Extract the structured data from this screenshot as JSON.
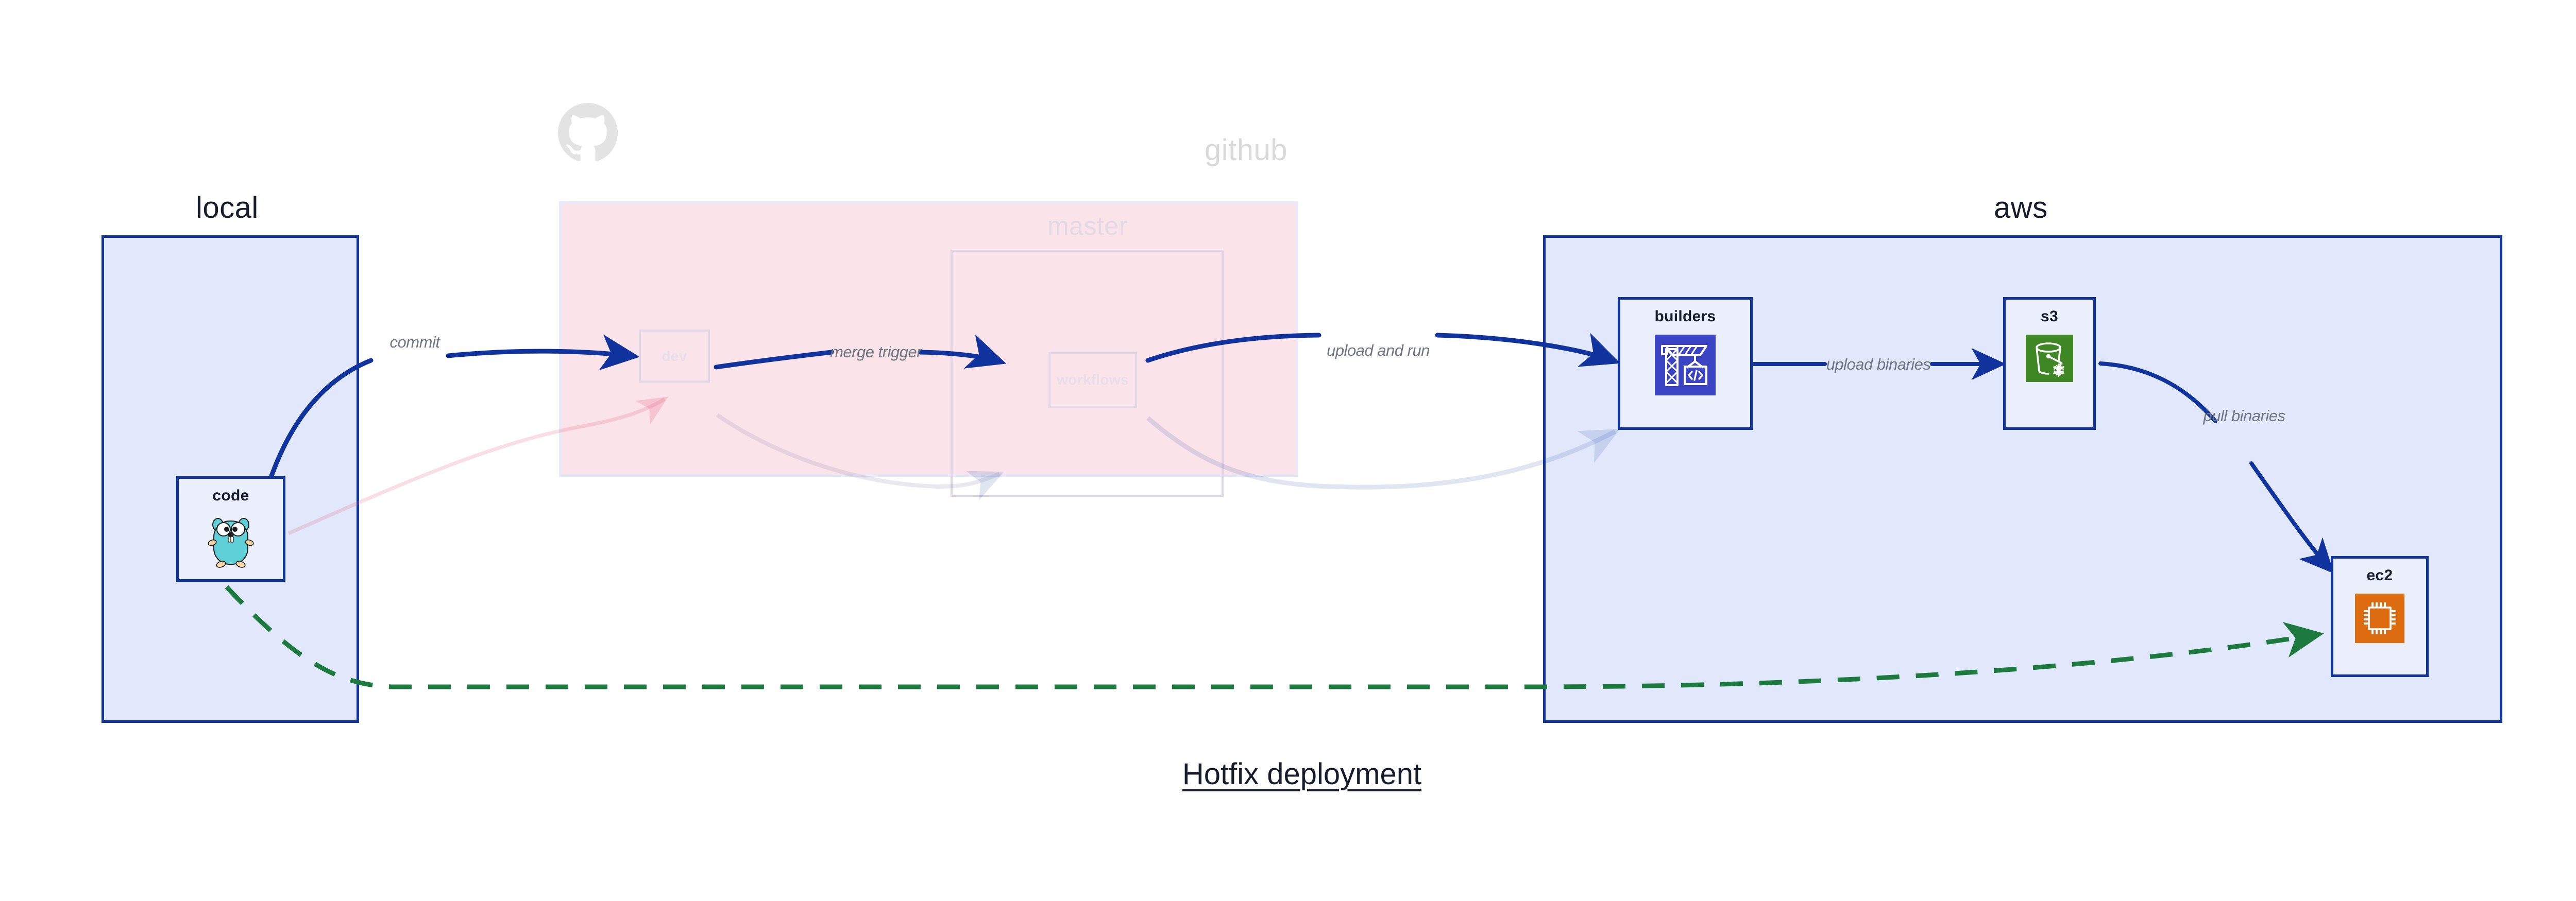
{
  "title": "Hotfix deployment",
  "colors": {
    "primary_blue": "#11339e",
    "group_fill_blue": "#e2e8fb",
    "node_fill_blue": "#ecf0fc",
    "github_fill_pink": "#fae3e9",
    "github_border": "#e8eafb",
    "faded_gray": "#d9d9d9",
    "faded_purple": "#e0d8e6",
    "label_gray": "#6e7682",
    "dashed_green": "#1d7a3e",
    "codebuild_indigo": "#3b45c4",
    "s3_green": "#3f8624",
    "ec2_orange": "#dd6b10",
    "gopher_teal": "#5fcfd8",
    "title_navy": "#151c2c"
  },
  "groups": [
    {
      "id": "local",
      "label": "local",
      "faded": false
    },
    {
      "id": "github",
      "label": "github",
      "faded": true
    },
    {
      "id": "master",
      "label": "master",
      "faded": true
    },
    {
      "id": "aws",
      "label": "aws",
      "faded": false
    }
  ],
  "nodes": [
    {
      "id": "code",
      "label": "code",
      "icon": "go-gopher-icon",
      "faded": false
    },
    {
      "id": "dev",
      "label": "dev",
      "icon": "none",
      "faded": true
    },
    {
      "id": "workflows",
      "label": "workflows",
      "icon": "none",
      "faded": true
    },
    {
      "id": "builders",
      "label": "builders",
      "icon": "aws-codebuild-icon",
      "faded": false
    },
    {
      "id": "s3",
      "label": "s3",
      "icon": "aws-s3-glacier-icon",
      "faded": false
    },
    {
      "id": "ec2",
      "label": "ec2",
      "icon": "aws-ec2-icon",
      "faded": false
    }
  ],
  "edges": [
    {
      "id": "commit",
      "label": "commit",
      "from": "code",
      "to": "dev",
      "style": "solid",
      "faded": false
    },
    {
      "id": "merge-trigger",
      "label": "merge trigger",
      "from": "dev",
      "to": "workflows",
      "style": "solid",
      "faded": false
    },
    {
      "id": "upload-and-run",
      "label": "upload and run",
      "from": "workflows",
      "to": "builders",
      "style": "solid",
      "faded": false
    },
    {
      "id": "upload-binaries",
      "label": "upload binaries",
      "from": "builders",
      "to": "s3",
      "style": "solid",
      "faded": false
    },
    {
      "id": "pull-binaries",
      "label": "pull binaries",
      "from": "s3",
      "to": "ec2",
      "style": "solid",
      "faded": false
    },
    {
      "id": "hotfix-direct",
      "label": "",
      "from": "code",
      "to": "ec2",
      "style": "dashed",
      "faded": false
    }
  ]
}
